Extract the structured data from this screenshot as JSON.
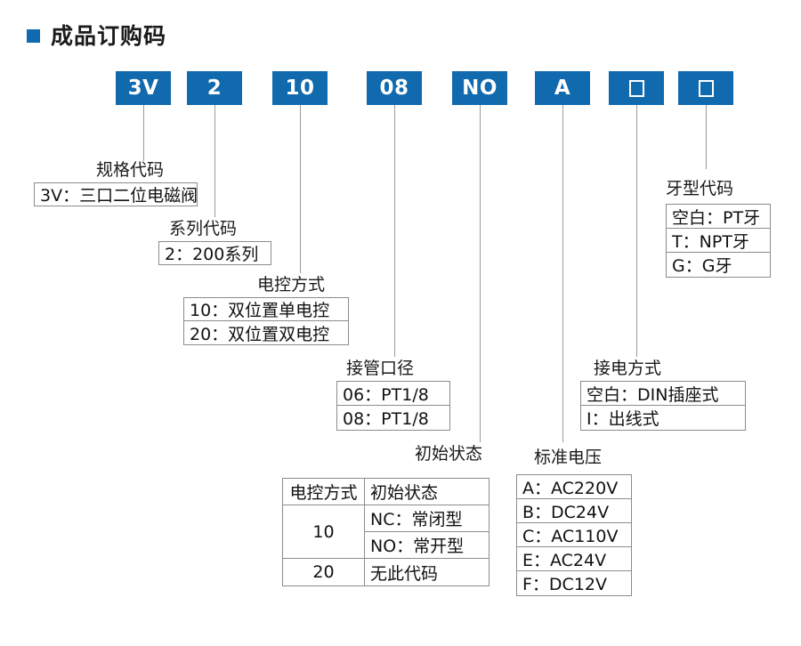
{
  "header": {
    "bullet_color": "#1169ae",
    "title": "成品订购码"
  },
  "code_boxes": [
    {
      "id": "specification",
      "label": "3V"
    },
    {
      "id": "series",
      "label": "2"
    },
    {
      "id": "control-type",
      "label": "10"
    },
    {
      "id": "port-size",
      "label": "08"
    },
    {
      "id": "initial-state",
      "label": "NO"
    },
    {
      "id": "voltage",
      "label": "A"
    },
    {
      "id": "wiring-type",
      "label": ""
    },
    {
      "id": "thread-type",
      "label": ""
    }
  ],
  "groups": {
    "specification": {
      "caption": "规格代码",
      "options": [
        "3V：三口二位电磁阀"
      ]
    },
    "series": {
      "caption": "系列代码",
      "options": [
        "2：200系列"
      ]
    },
    "control_type": {
      "caption": "电控方式",
      "options": [
        "10：双位置单电控",
        "20：双位置双电控"
      ]
    },
    "port_size": {
      "caption": "接管口径",
      "options": [
        "06：PT1/8",
        "08：PT1/8"
      ]
    },
    "initial_state": {
      "caption": "初始状态",
      "table": {
        "header": [
          "电控方式",
          "初始状态"
        ],
        "rows": [
          {
            "control": "10",
            "states": [
              "NC：常闭型",
              "NO：常开型"
            ]
          },
          {
            "control": "20",
            "states": [
              "无此代码"
            ]
          }
        ]
      }
    },
    "voltage": {
      "caption": "标准电压",
      "options": [
        "A：AC220V",
        "B：DC24V",
        "C：AC110V",
        "E：AC24V",
        "F：DC12V"
      ]
    },
    "wiring_type": {
      "caption": "接电方式",
      "options": [
        "空白：DIN插座式",
        "I：出线式"
      ]
    },
    "thread_type": {
      "caption": "牙型代码",
      "options": [
        "空白：PT牙",
        "T：NPT牙",
        "G：G牙"
      ]
    }
  }
}
